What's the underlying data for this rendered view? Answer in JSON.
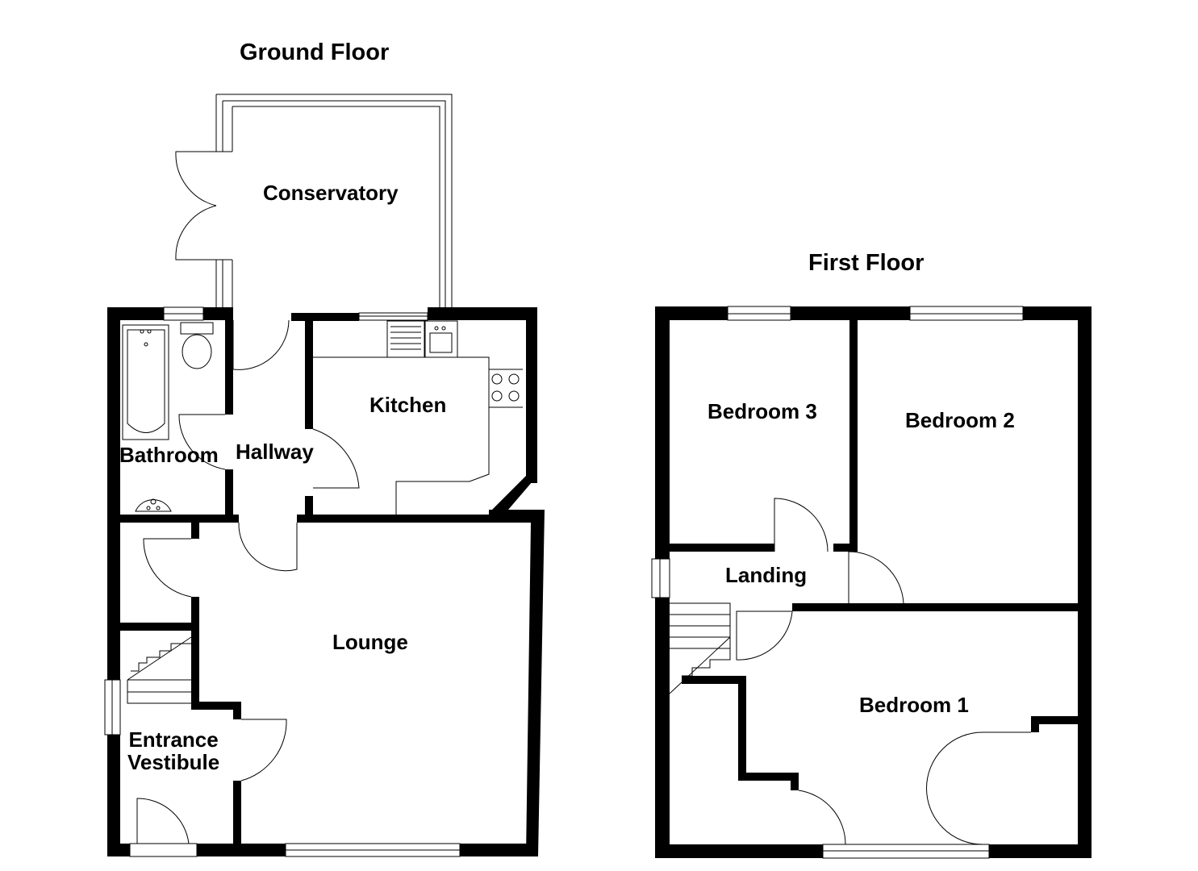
{
  "floors": {
    "ground": {
      "title": "Ground Floor",
      "rooms": {
        "conservatory": "Conservatory",
        "kitchen": "Kitchen",
        "bathroom": "Bathroom",
        "hallway": "Hallway",
        "lounge": "Lounge",
        "entrance_line1": "Entrance",
        "entrance_line2": "Vestibule"
      }
    },
    "first": {
      "title": "First Floor",
      "rooms": {
        "bedroom3": "Bedroom 3",
        "bedroom2": "Bedroom 2",
        "landing": "Landing",
        "bedroom1": "Bedroom 1"
      }
    }
  }
}
